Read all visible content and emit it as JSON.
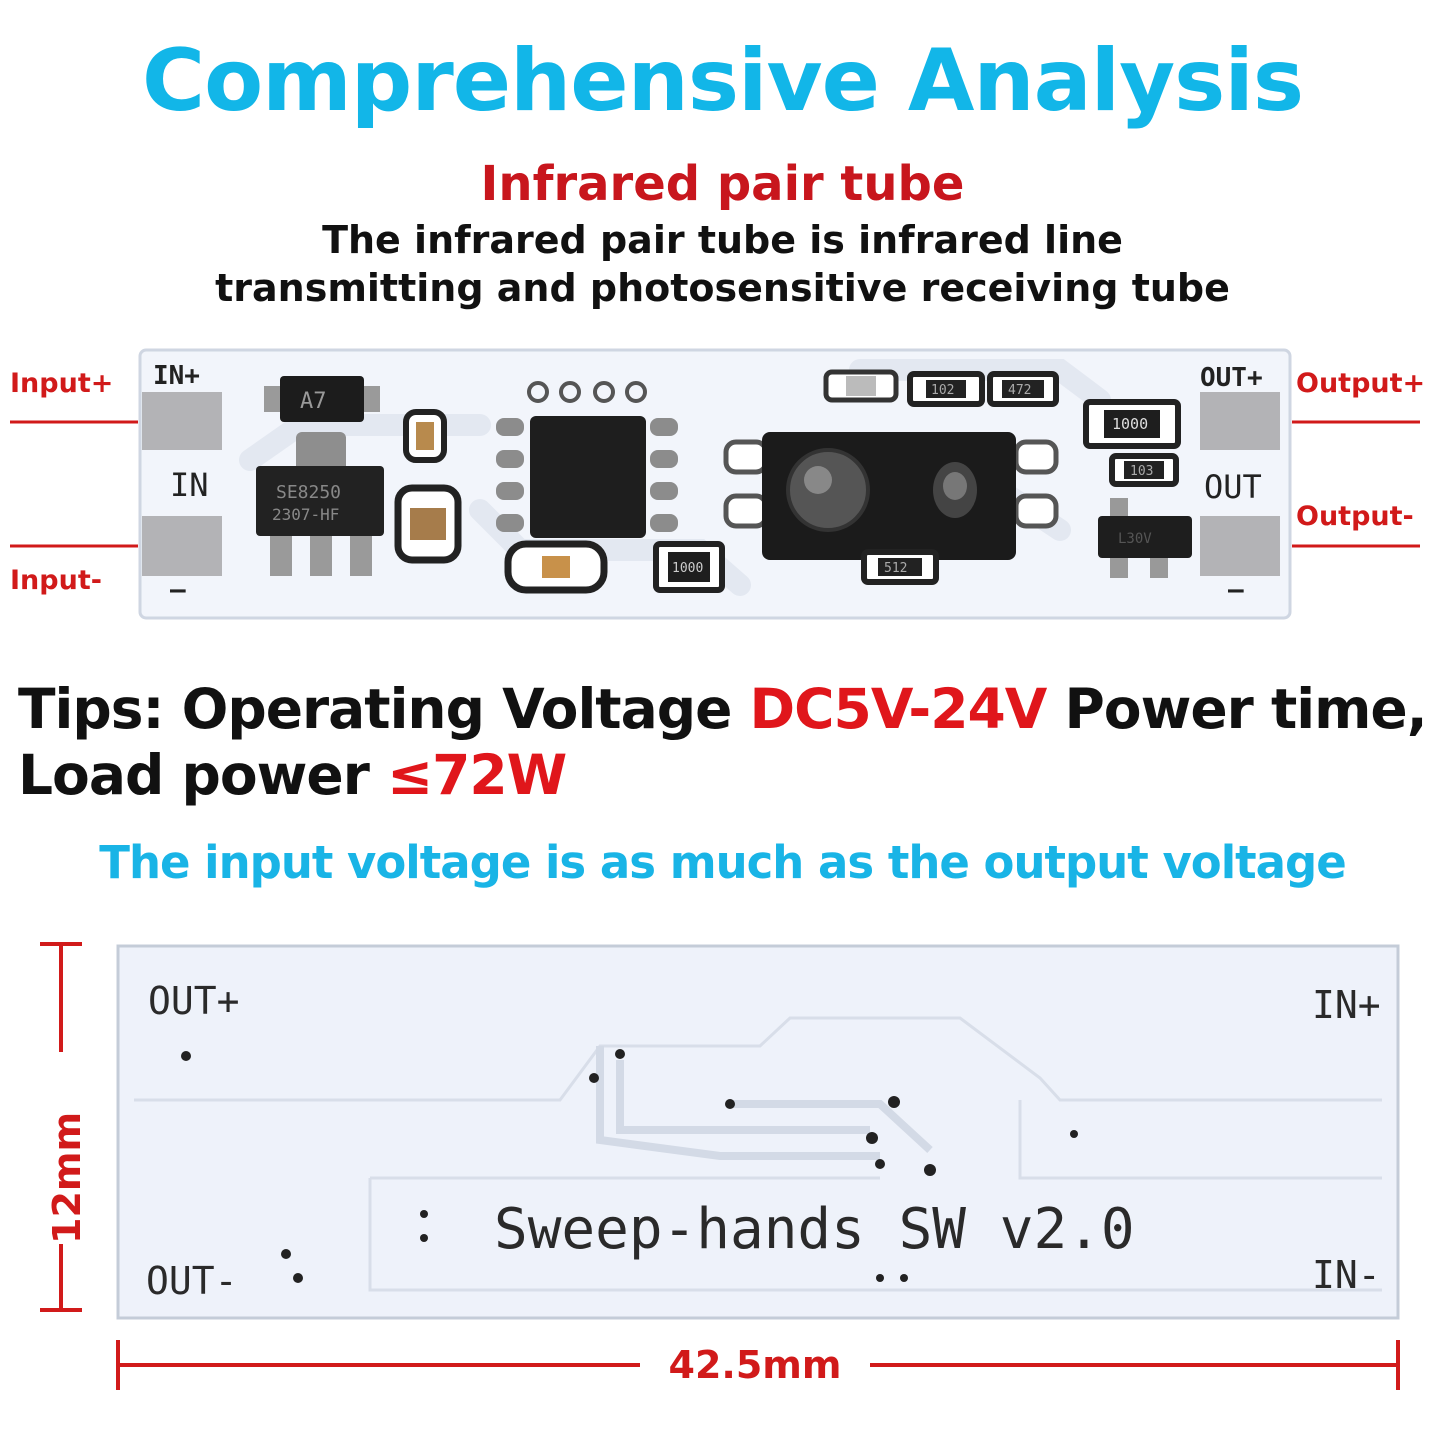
{
  "heading": {
    "title": "Comprehensive Analysis",
    "subtitle": "Infrared pair tube",
    "description_line1": "The infrared pair tube is infrared line",
    "description_line2": "transmitting and photosensitive receiving tube"
  },
  "front_board": {
    "labels": {
      "input_plus": "Input+",
      "input_minus": "Input-",
      "output_plus": "Output+",
      "output_minus": "Output-"
    },
    "silkscreen": {
      "in_plus": "IN+",
      "in": "IN",
      "in_minus": "—",
      "out_plus": "OUT+",
      "out": "OUT",
      "out_minus": "—"
    },
    "components": {
      "diode": "A7",
      "regulator_line1": "SE8250",
      "regulator_line2": "2307-HF",
      "r102": "102",
      "r472": "472",
      "r1000a": "1000",
      "r103": "103",
      "r1000b": "1000",
      "r512": "512",
      "transistor": "L30V"
    }
  },
  "tips": {
    "prefix": "Tips: Operating Voltage ",
    "voltage": "DC5V-24V",
    "middle": " Power time,",
    "load_prefix": "Load power ",
    "load_value": "≤72W"
  },
  "note": "The input voltage is as much as the output voltage",
  "back_board": {
    "out_plus": "OUT+",
    "out_minus": "OUT-",
    "in_plus": "IN+",
    "in_minus": "IN-",
    "board_name": "Sweep-hands SW v2.0"
  },
  "dimensions": {
    "height": "12mm",
    "width": "42.5mm"
  },
  "colors": {
    "title": "#12b6e8",
    "accent_red": "#d11a1a",
    "board": "#f2f5fb"
  }
}
